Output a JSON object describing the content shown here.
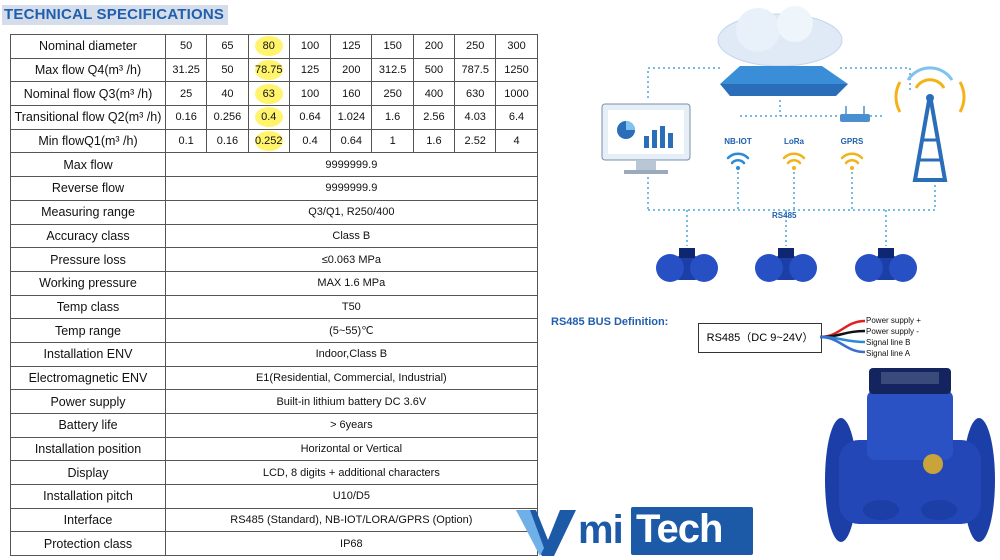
{
  "heading": "TECHNICAL SPECIFICATIONS",
  "flow_table": [
    {
      "label": "Nominal diameter",
      "values": [
        "50",
        "65",
        "80",
        "100",
        "125",
        "150",
        "200",
        "250",
        "300"
      ]
    },
    {
      "label": "Max flow Q4(m³ /h)",
      "values": [
        "31.25",
        "50",
        "78.75",
        "125",
        "200",
        "312.5",
        "500",
        "787.5",
        "1250"
      ]
    },
    {
      "label": "Nominal flow Q3(m³ /h)",
      "values": [
        "25",
        "40",
        "63",
        "100",
        "160",
        "250",
        "400",
        "630",
        "1000"
      ]
    },
    {
      "label": "Transitional flow Q2(m³ /h)",
      "values": [
        "0.16",
        "0.256",
        "0.4",
        "0.64",
        "1.024",
        "1.6",
        "2.56",
        "4.03",
        "6.4"
      ]
    },
    {
      "label": "Min flowQ1(m³ /h)",
      "values": [
        "0.1",
        "0.16",
        "0.252",
        "0.4",
        "0.64",
        "1",
        "1.6",
        "2.52",
        "4"
      ]
    }
  ],
  "spec_rows": [
    {
      "label": "Max flow",
      "value": "9999999.9"
    },
    {
      "label": "Reverse flow",
      "value": "9999999.9"
    },
    {
      "label": "Measuring range",
      "value": "Q3/Q1, R250/400"
    },
    {
      "label": "Accuracy class",
      "value": "Class B"
    },
    {
      "label": "Pressure loss",
      "value": "≤0.063 MPa"
    },
    {
      "label": "Working pressure",
      "value": "MAX 1.6 MPa"
    },
    {
      "label": "Temp class",
      "value": "T50"
    },
    {
      "label": "Temp range",
      "value": "(5~55)℃"
    },
    {
      "label": "Installation ENV",
      "value": "Indoor,Class B"
    },
    {
      "label": "Electromagnetic ENV",
      "value": "E1(Residential, Commercial, Industrial)"
    },
    {
      "label": "Power supply",
      "value": "Built-in lithium battery DC 3.6V"
    },
    {
      "label": "Battery life",
      "value": ">   6years"
    },
    {
      "label": "Installation position",
      "value": "Horizontal or Vertical"
    },
    {
      "label": "Display",
      "value": "LCD, 8 digits + additional characters"
    },
    {
      "label": "Installation pitch",
      "value": "U10/D5"
    },
    {
      "label": "Interface",
      "value": "RS485 (Standard), NB-IOT/LORA/GPRS (Option)"
    },
    {
      "label": "Protection class",
      "value": "IP68"
    }
  ],
  "diagram": {
    "networks": [
      "NB-IOT",
      "LoRa",
      "GPRS"
    ],
    "bus_label": "RS485",
    "icons": [
      "cloud-icon",
      "dashboard-monitor-icon",
      "router-icon",
      "signal-tower-icon",
      "wifi-icon",
      "water-meter-icon"
    ]
  },
  "rs485": {
    "title": "RS485 BUS Definition:",
    "box": "RS485（DC 9~24V）",
    "wires": [
      {
        "label": "Power supply +",
        "color": "#e02020"
      },
      {
        "label": "Power supply -",
        "color": "#111111"
      },
      {
        "label": "Signal line B",
        "color": "#2a8ad8"
      },
      {
        "label": "Signal line A",
        "color": "#3a6fd0"
      }
    ]
  },
  "logo": {
    "part1": "mi",
    "part2": "Tech",
    "colors": {
      "blue": "#1c5aa8",
      "light": "#6fb0e8"
    }
  },
  "colors": {
    "heading": "#1f5fae",
    "highlight": "#fff35c",
    "meter_blue": "#1b3fa6",
    "dotted_line": "#4aa6d8"
  }
}
